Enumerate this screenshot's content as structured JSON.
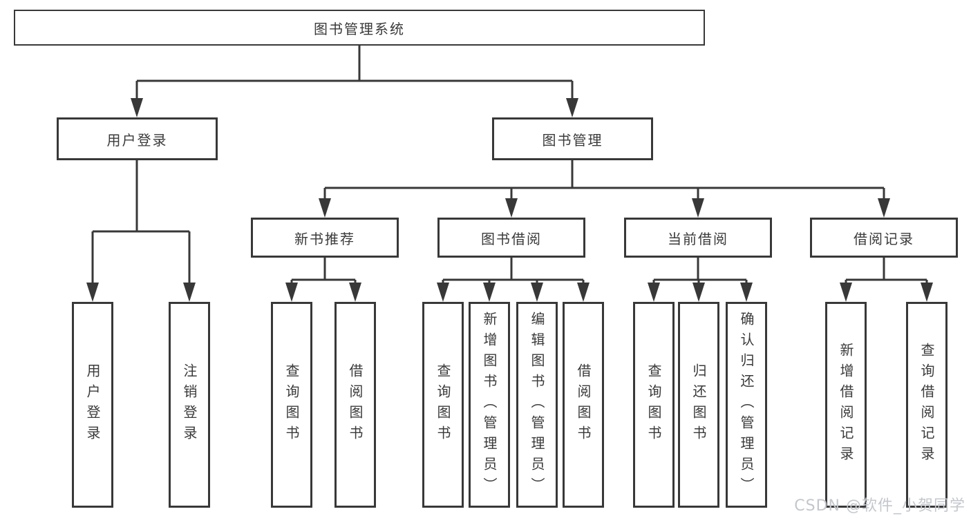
{
  "tree": {
    "root": {
      "label": "图书管理系统"
    },
    "children": [
      {
        "label": "用户登录",
        "children": [
          {
            "label": "用户登录"
          },
          {
            "label": "注销登录"
          }
        ]
      },
      {
        "label": "图书管理",
        "children": [
          {
            "label": "新书推荐",
            "children": [
              {
                "label": "查询图书"
              },
              {
                "label": "借阅图书"
              }
            ]
          },
          {
            "label": "图书借阅",
            "children": [
              {
                "label": "查询图书"
              },
              {
                "label": "新增图书（管理员）"
              },
              {
                "label": "编辑图书（管理员）"
              },
              {
                "label": "借阅图书"
              }
            ]
          },
          {
            "label": "当前借阅",
            "children": [
              {
                "label": "查询图书"
              },
              {
                "label": "归还图书"
              },
              {
                "label": "确认归还（管理员）"
              }
            ]
          },
          {
            "label": "借阅记录",
            "children": [
              {
                "label": "新增借阅记录"
              },
              {
                "label": "查询借阅记录"
              }
            ]
          }
        ]
      }
    ]
  },
  "watermark": {
    "text": "CSDN @软件_小贺同学"
  },
  "colors": {
    "line": "#383838",
    "box_border": "#383838",
    "text": "#3a3a3a",
    "background": "#ffffff",
    "watermark": "#c3c7cc"
  }
}
